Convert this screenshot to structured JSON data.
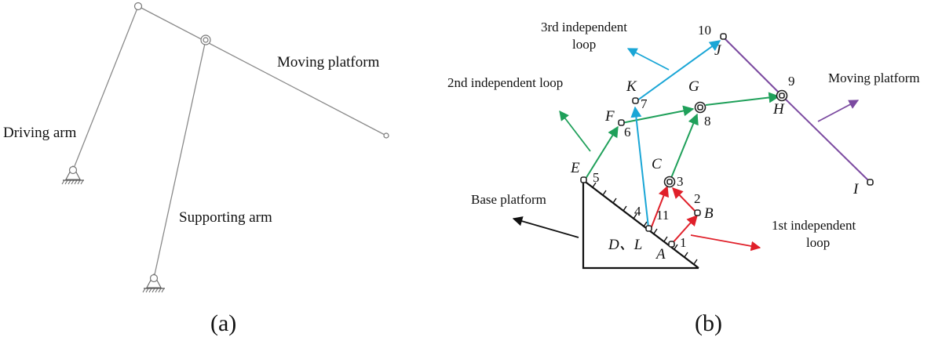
{
  "panel_a": {
    "caption": "(a)",
    "labels": {
      "moving_platform": "Moving platform",
      "driving_arm": "Driving arm",
      "supporting_arm": "Supporting arm"
    }
  },
  "panel_b": {
    "caption": "(b)",
    "labels": {
      "loop3_line1": "3rd independent",
      "loop3_line2": "loop",
      "loop2": "2nd independent loop",
      "moving_platform": "Moving platform",
      "base_platform": "Base platform",
      "loop1_line1": "1st independent",
      "loop1_line2": "loop"
    },
    "points": {
      "E": "E",
      "F": "F",
      "K": "K",
      "G": "G",
      "J": "J",
      "H": "H",
      "C": "C",
      "B": "B",
      "A": "A",
      "I": "I",
      "DL": "D、L"
    },
    "numbers": {
      "n1": "1",
      "n2": "2",
      "n3": "3",
      "n4": "4",
      "n5": "5",
      "n6": "6",
      "n7": "7",
      "n8": "8",
      "n9": "9",
      "n10": "10",
      "n11": "11"
    },
    "colors": {
      "loop1": "#e0202a",
      "loop2": "#1fa05a",
      "loop3": "#1aa6d6",
      "moving_platform": "#7b4aa0",
      "base_arrow": "#111111"
    }
  }
}
